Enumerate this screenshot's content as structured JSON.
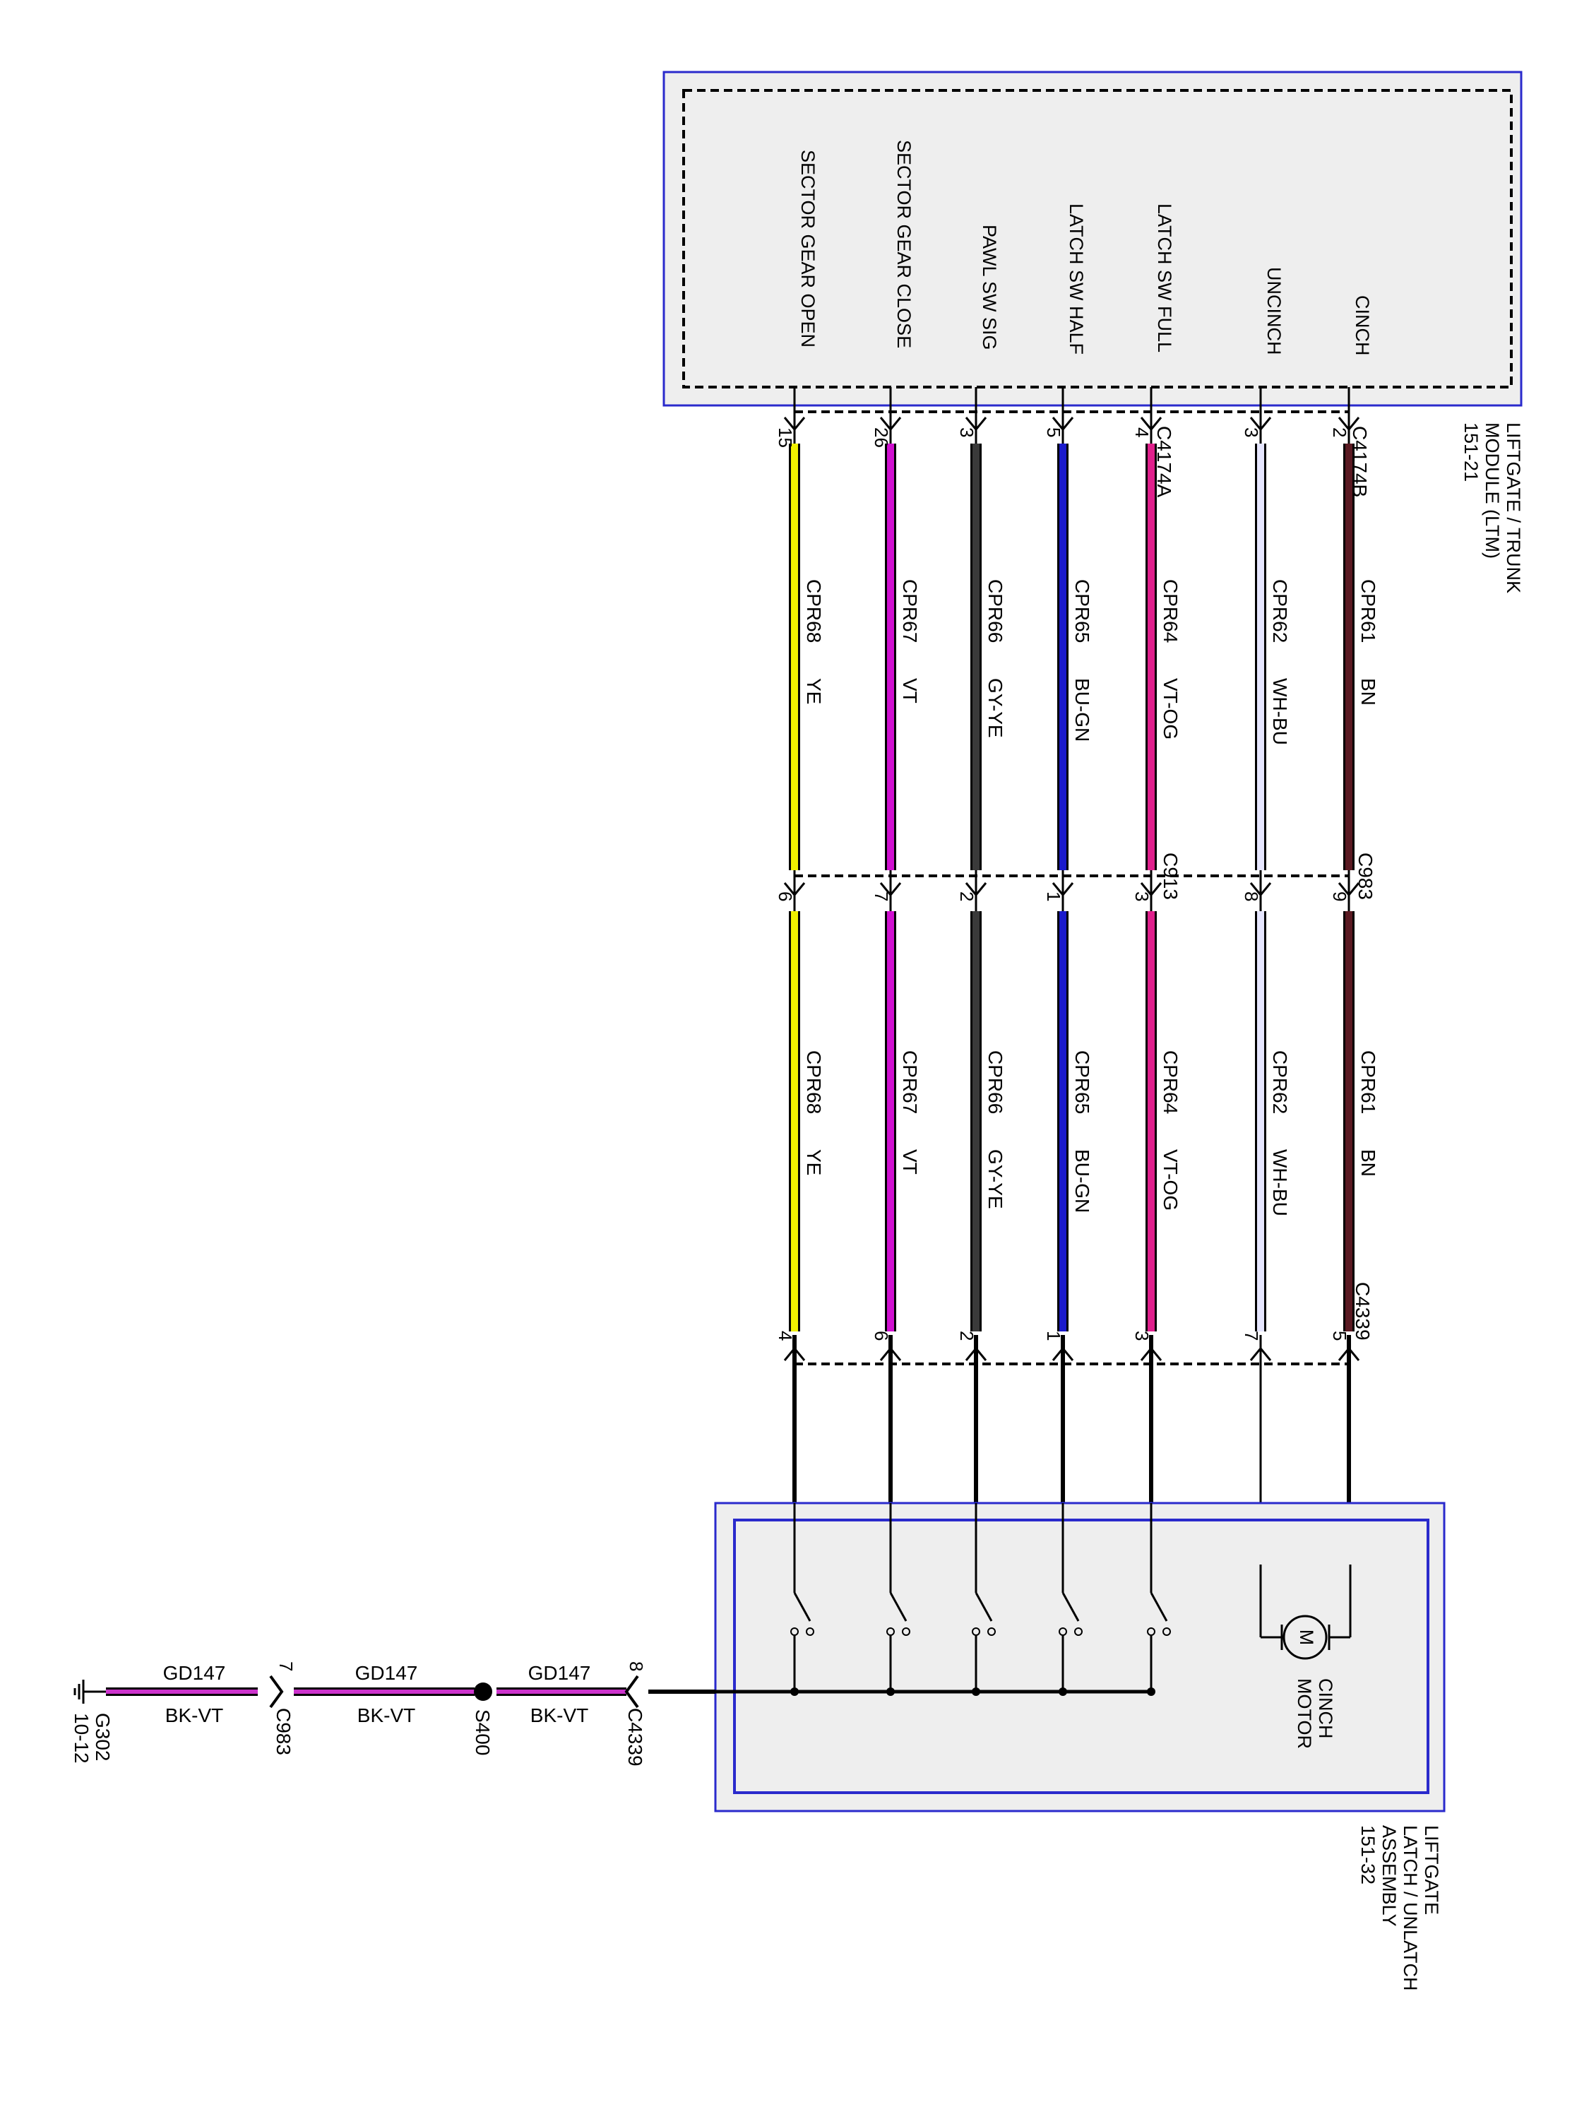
{
  "colors": {
    "BN": "#5a1a22",
    "WH-BU": "#e6e6ff",
    "VT-OG": "#e0208c",
    "BU-GN": "#1a1acc",
    "GY-YE": "#3a3a3a",
    "VT": "#d010d0",
    "YE": "#f0f000",
    "BK-VT": "#cc33cc",
    "frame": "#2a2acc",
    "box_fill": "#eeeeee"
  },
  "ltm": {
    "title": "LIFTGATE / TRUNK MODULE (LTM)",
    "page_ref": "151-21",
    "connector_a": "C4174A",
    "connector_b": "C4174B",
    "signals": [
      "CINCH",
      "UNCINCH",
      "LATCH SW FULL",
      "LATCH SW HALF",
      "PAWL SW SIG",
      "SECTOR GEAR CLOSE",
      "SECTOR GEAR OPEN"
    ]
  },
  "wires": [
    {
      "circuit": "CPR61",
      "color": "BN",
      "ltm_pin": "2",
      "mid_pin": "9",
      "latch_pin": "5"
    },
    {
      "circuit": "CPR62",
      "color": "WH-BU",
      "ltm_pin": "3",
      "mid_pin": "8",
      "latch_pin": "7"
    },
    {
      "circuit": "CPR64",
      "color": "VT-OG",
      "ltm_pin": "4",
      "mid_pin": "3",
      "latch_pin": "3"
    },
    {
      "circuit": "CPR65",
      "color": "BU-GN",
      "ltm_pin": "5",
      "mid_pin": "1",
      "latch_pin": "1"
    },
    {
      "circuit": "CPR66",
      "color": "GY-YE",
      "ltm_pin": "3",
      "mid_pin": "2",
      "latch_pin": "2"
    },
    {
      "circuit": "CPR67",
      "color": "VT",
      "ltm_pin": "26",
      "mid_pin": "7",
      "latch_pin": "6"
    },
    {
      "circuit": "CPR68",
      "color": "YE",
      "ltm_pin": "15",
      "mid_pin": "6",
      "latch_pin": "4"
    }
  ],
  "mid_connectors": {
    "a": "C983",
    "b": "C913"
  },
  "latch_connector": "C4339",
  "assembly": {
    "title": "LIFTGATE LATCH / UNLATCH ASSEMBLY",
    "page_ref": "151-32",
    "motor_label": "CINCH MOTOR",
    "motor_symbol": "M"
  },
  "ground": {
    "circuit": "GD147",
    "color": "BK-VT",
    "latch_pin": "8",
    "latch_connector": "C4339",
    "splice": "S400",
    "connector": "C983",
    "connector_pin": "7",
    "ground_point": "G302",
    "ground_ref": "10-12"
  }
}
